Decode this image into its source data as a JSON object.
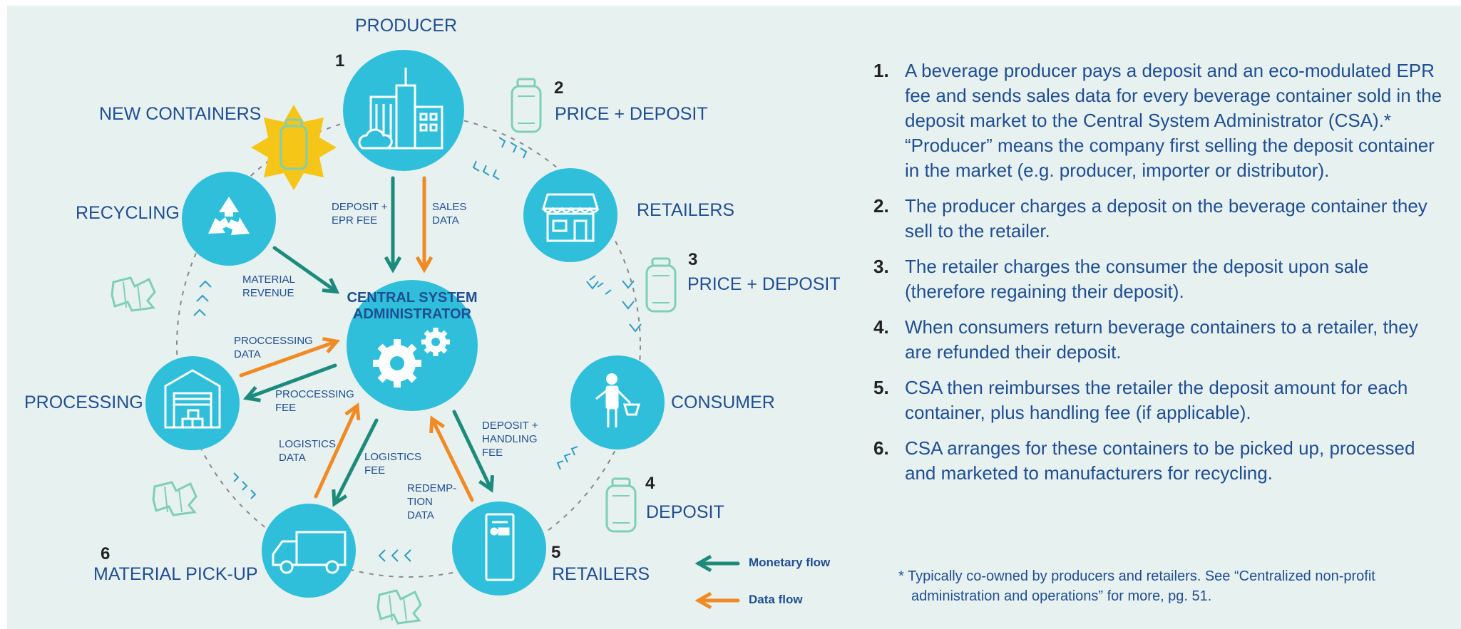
{
  "nodes": {
    "producer": "PRODUCER",
    "retailers_top": "RETAILERS",
    "consumer": "CONSUMER",
    "retailers_bottom": "RETAILERS",
    "material_pickup": "MATERIAL PICK-UP",
    "processing": "PROCESSING",
    "recycling": "RECYCLING",
    "new_containers": "NEW CONTAINERS",
    "central": "CENTRAL SYSTEM\nADMINISTRATOR"
  },
  "steps": {
    "s1": "1",
    "s2": "2",
    "s2_label": "PRICE + DEPOSIT",
    "s3": "3",
    "s3_label": "PRICE + DEPOSIT",
    "s4": "4",
    "s4_label": "DEPOSIT",
    "s5": "5",
    "s6": "6"
  },
  "flows": {
    "deposit_epr": "DEPOSIT +\nEPR FEE",
    "sales_data": "SALES\nDATA",
    "material_revenue": "MATERIAL\nREVENUE",
    "processing_data": "PROCCESSING\nDATA",
    "processing_fee": "PROCCESSING\nFEE",
    "logistics_data": "LOGISTICS\nDATA",
    "logistics_fee": "LOGISTICS\nFEE",
    "redemption_data": "REDEMP-\nTION\nDATA",
    "deposit_handling": "DEPOSIT +\nHANDLING\nFEE"
  },
  "legend": {
    "monetary": "Monetary flow",
    "data": "Data flow"
  },
  "notes": [
    {
      "num": "1.",
      "text": "A beverage producer pays a deposit and an eco-modulated EPR fee and sends sales data for every beverage container sold in the deposit market to the Central System Administrator (CSA).* “Producer” means the company first selling the deposit container in the market (e.g. producer, importer or distributor)."
    },
    {
      "num": "2.",
      "text": "The producer charges a deposit on the beverage container they sell to the retailer."
    },
    {
      "num": "3.",
      "text": "The retailer charges the consumer the deposit upon sale (therefore regaining their deposit)."
    },
    {
      "num": "4.",
      "text": "When consumers return beverage containers to a retailer, they are refunded their deposit."
    },
    {
      "num": "5.",
      "text": "CSA then reimburses the retailer the deposit amount for each container, plus handling fee (if applicable)."
    },
    {
      "num": "6.",
      "text": "CSA arranges for these containers to be picked up, processed and marketed to manufacturers for recycling."
    }
  ],
  "footnote": "* Typically co-owned by producers and retailers. See “Centralized non-profit administration and operations” for more, pg. 51.",
  "colors": {
    "background": "#e7f1ef",
    "circle": "#2fbfdb",
    "monetary": "#1d8b7c",
    "data": "#f08a24",
    "text": "#1f4e93",
    "can": "#7ed0b4",
    "sun": "#f5c518"
  },
  "icons": {
    "producer": "factory-building-icon",
    "retailers_top": "storefront-icon",
    "consumer": "person-with-basket-icon",
    "retailers_bottom": "reverse-vending-machine-icon",
    "material_pickup": "delivery-truck-icon",
    "processing": "warehouse-icon",
    "recycling": "recycle-icon",
    "central": "gears-icon"
  }
}
